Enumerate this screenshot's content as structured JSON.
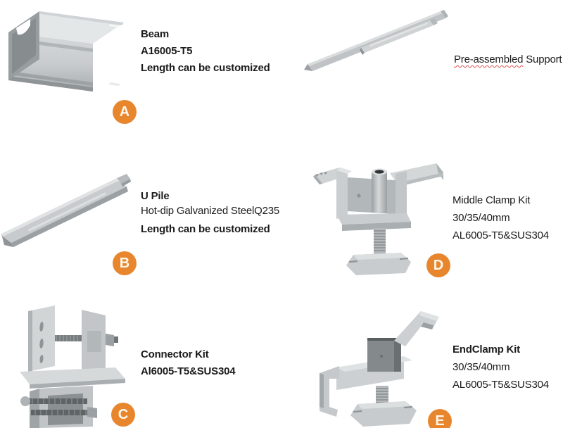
{
  "products": {
    "beam": {
      "label": "A",
      "title": "Beam",
      "line2": "A16005-T5",
      "line3": "Length can be customized"
    },
    "support": {
      "title_part1": "Pre-assembled",
      "title_part2": " Support"
    },
    "u_pile": {
      "label": "B",
      "title": "U Pile",
      "line2": "Hot-dip Galvanized SteelQ235",
      "line3": "Length can be customized"
    },
    "middle_clamp": {
      "label": "D",
      "title": "Middle Clamp Kit",
      "line2": "30/35/40mm",
      "line3": "AL6005-T5&SUS304"
    },
    "connector": {
      "label": "C",
      "title": "Connector Kit",
      "line2": "Al6005-T5&SUS304"
    },
    "end_clamp": {
      "label": "E",
      "title": "EndClamp Kit",
      "line2": "30/35/40mm",
      "line3": "AL6005-T5&SUS304"
    }
  },
  "colors": {
    "badge_orange": "#E8862E",
    "badge_text": "#FFF8EC",
    "text": "#1B1B1B",
    "spellcheck_underline": "#E05252",
    "aluminum_light": "#DFE2E3",
    "aluminum_mid": "#C3C7C9",
    "aluminum_dark": "#8F9497"
  }
}
